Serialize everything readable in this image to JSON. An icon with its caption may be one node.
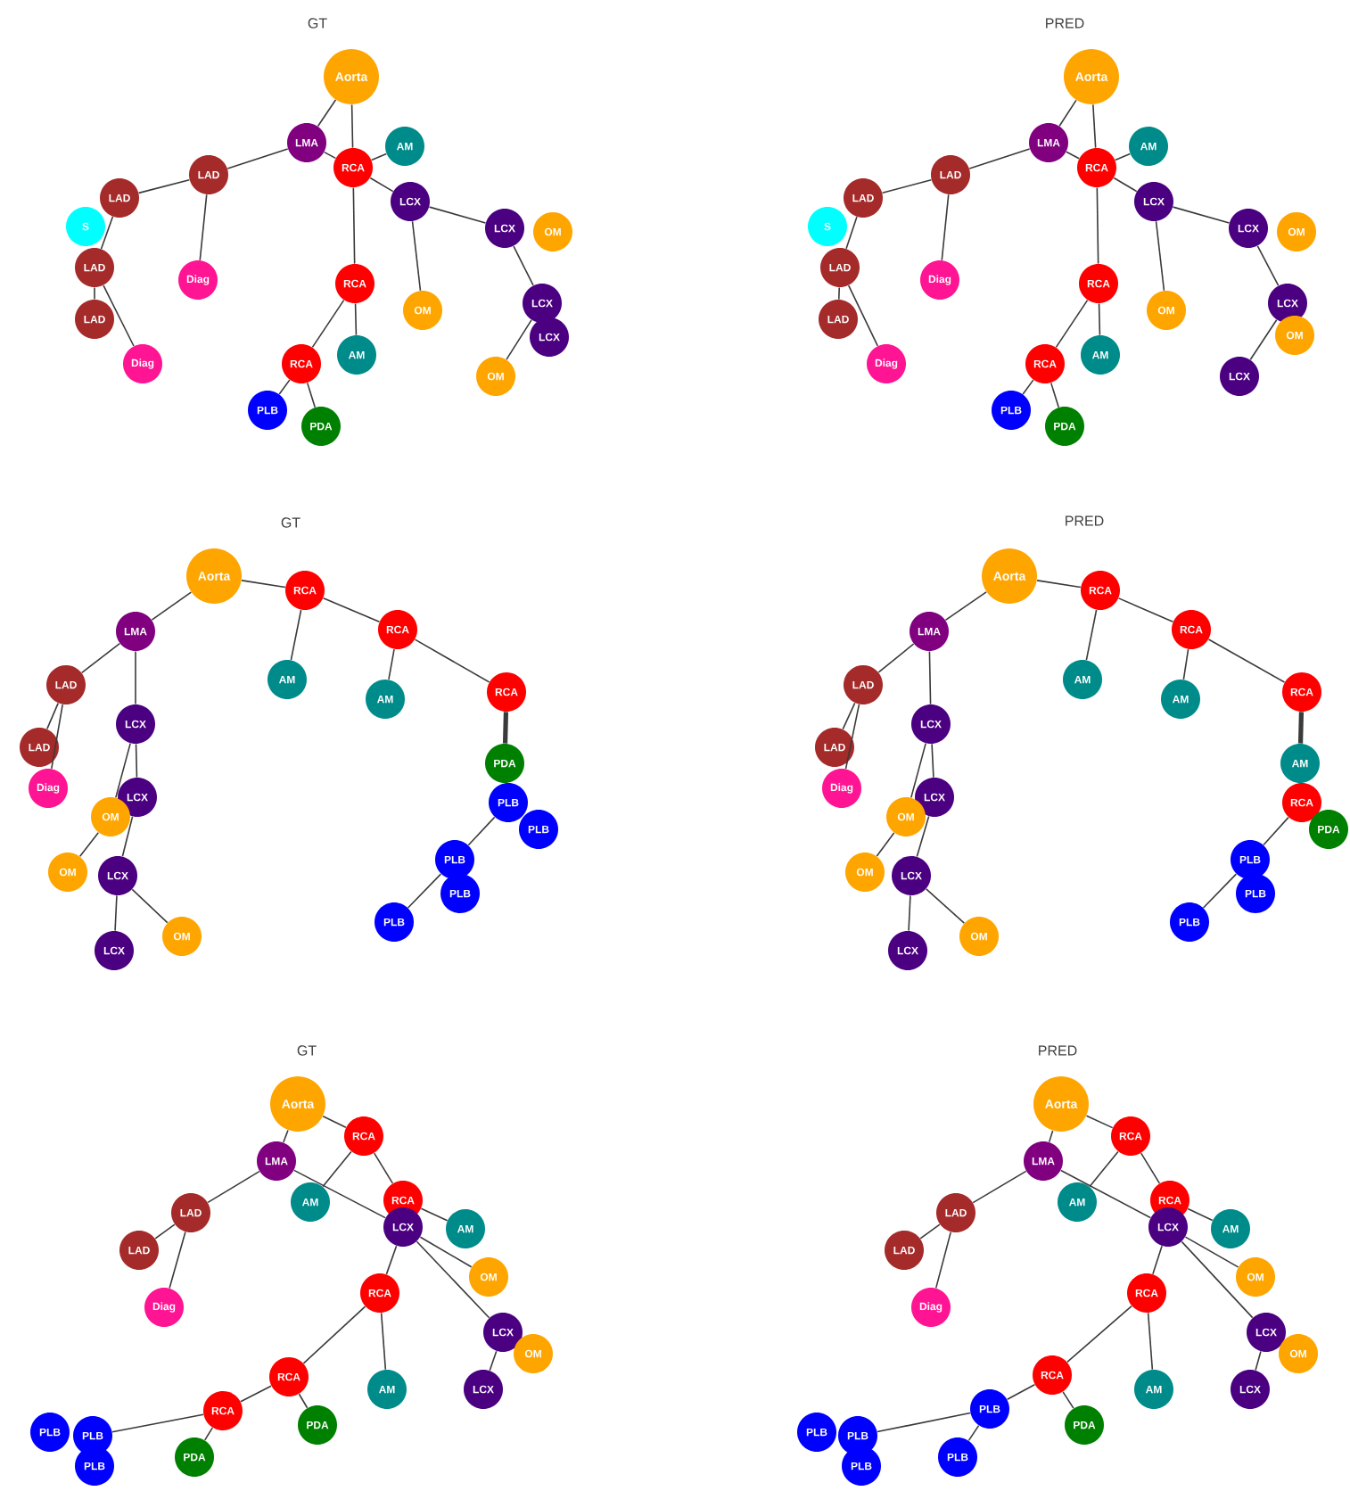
{
  "diagram": {
    "nodes": [
      {
        "text": [
          "Aorta"
        ]
      },
      {
        "text": [
          "LMA"
        ]
      },
      {
        "text": [
          "RCA"
        ]
      },
      {
        "text": [
          "AM"
        ]
      },
      {
        "text": [
          "LAD"
        ]
      },
      {
        "text": [
          "LAD"
        ]
      },
      {
        "text": [
          "S"
        ]
      },
      {
        "text": [
          "LAD"
        ]
      },
      {
        "text": [
          "LAD"
        ]
      },
      {
        "text": [
          "Diag"
        ]
      },
      {
        "text": [
          "Diag"
        ]
      },
      {
        "text": [
          "LCX"
        ]
      },
      {
        "text": [
          "LCX"
        ]
      },
      {
        "text": [
          "OM"
        ]
      },
      {
        "text": [
          "OM"
        ]
      },
      {
        "text": [
          "LCX"
        ]
      },
      {
        "text": [
          "LCX"
        ]
      },
      {
        "text": [
          "OM"
        ]
      },
      {
        "text": [
          "RCA"
        ]
      },
      {
        "text": [
          "AM"
        ]
      },
      {
        "text": [
          "RCA"
        ]
      },
      {
        "text": [
          "PLB"
        ]
      },
      {
        "text": [
          "PDA"
        ]
      },
      {
        "text": [
          "Aorta"
        ]
      },
      {
        "text": [
          "LMA"
        ]
      },
      {
        "text": [
          "RCA"
        ]
      },
      {
        "text": [
          "AM"
        ]
      },
      {
        "text": [
          "LAD"
        ]
      },
      {
        "text": [
          "LAD"
        ]
      },
      {
        "text": [
          "S"
        ]
      },
      {
        "text": [
          "LAD"
        ]
      },
      {
        "text": [
          "LAD"
        ]
      },
      {
        "text": [
          "Diag"
        ]
      },
      {
        "text": [
          "Diag"
        ]
      },
      {
        "text": [
          "LCX"
        ]
      },
      {
        "text": [
          "LCX"
        ]
      },
      {
        "text": [
          "OM"
        ]
      },
      {
        "text": [
          "OM"
        ]
      },
      {
        "text": [
          "LCX"
        ]
      },
      {
        "text": [
          "OM"
        ]
      },
      {
        "text": [
          "LCX"
        ]
      },
      {
        "text": [
          "RCA"
        ]
      },
      {
        "text": [
          "AM"
        ]
      },
      {
        "text": [
          "RCA"
        ]
      },
      {
        "text": [
          "PLB"
        ]
      },
      {
        "text": [
          "PDA"
        ]
      },
      {
        "text": [
          "Aorta"
        ]
      },
      {
        "text": [
          "RCA"
        ]
      },
      {
        "text": [
          "LMA"
        ]
      },
      {
        "text": [
          "RCA"
        ]
      },
      {
        "text": [
          "AM"
        ]
      },
      {
        "text": [
          "AM"
        ]
      },
      {
        "text": [
          "LAD"
        ]
      },
      {
        "text": [
          "RCA"
        ]
      },
      {
        "text": [
          "LCX"
        ]
      },
      {
        "text": [
          "LAD"
        ]
      },
      {
        "text": [
          "PDA"
        ]
      },
      {
        "text": [
          "Diag"
        ]
      },
      {
        "text": [
          "LCX"
        ]
      },
      {
        "text": [
          "OM"
        ]
      },
      {
        "text": [
          "PLB"
        ]
      },
      {
        "text": [
          "PLB"
        ]
      },
      {
        "text": [
          "LCX"
        ]
      },
      {
        "text": [
          "OM"
        ]
      },
      {
        "text": [
          "PLB"
        ]
      },
      {
        "text": [
          "PLB"
        ]
      },
      {
        "text": [
          "PLB"
        ]
      },
      {
        "text": [
          "OM"
        ]
      },
      {
        "text": [
          "LCX"
        ]
      },
      {
        "text": [
          "Aorta"
        ]
      },
      {
        "text": [
          "RCA"
        ]
      },
      {
        "text": [
          "LMA"
        ]
      },
      {
        "text": [
          "RCA"
        ]
      },
      {
        "text": [
          "AM"
        ]
      },
      {
        "text": [
          "AM"
        ]
      },
      {
        "text": [
          "LAD"
        ]
      },
      {
        "text": [
          "RCA"
        ]
      },
      {
        "text": [
          "LCX"
        ]
      },
      {
        "text": [
          "LAD"
        ]
      },
      {
        "text": [
          "AM"
        ]
      },
      {
        "text": [
          "Diag"
        ]
      },
      {
        "text": [
          "LCX"
        ]
      },
      {
        "text": [
          "OM"
        ]
      },
      {
        "text": [
          "RCA"
        ]
      },
      {
        "text": [
          "PDA"
        ]
      },
      {
        "text": [
          "LCX"
        ]
      },
      {
        "text": [
          "OM"
        ]
      },
      {
        "text": [
          "PLB"
        ]
      },
      {
        "text": [
          "PLB"
        ]
      },
      {
        "text": [
          "PLB"
        ]
      },
      {
        "text": [
          "OM"
        ]
      },
      {
        "text": [
          "LCX"
        ]
      },
      {
        "text": [
          "Aorta"
        ]
      },
      {
        "text": [
          "RCA"
        ]
      },
      {
        "text": [
          "LMA"
        ]
      },
      {
        "text": [
          "RCA"
        ]
      },
      {
        "text": [
          "AM"
        ]
      },
      {
        "text": [
          "LAD"
        ]
      },
      {
        "text": [
          "LCX"
        ]
      },
      {
        "text": [
          "AM"
        ]
      },
      {
        "text": [
          "LAD"
        ]
      },
      {
        "text": [
          "OM"
        ]
      },
      {
        "text": [
          "RCA"
        ]
      },
      {
        "text": [
          "Diag"
        ]
      },
      {
        "text": [
          "LCX"
        ]
      },
      {
        "text": [
          "OM"
        ]
      },
      {
        "text": [
          "RCA"
        ]
      },
      {
        "text": [
          "AM"
        ]
      },
      {
        "text": [
          "LCX"
        ]
      },
      {
        "text": [
          "RCA"
        ]
      },
      {
        "text": [
          "PDA"
        ]
      },
      {
        "text": [
          "PLB"
        ]
      },
      {
        "text": [
          "PLB"
        ]
      },
      {
        "text": [
          "PDA"
        ]
      },
      {
        "text": [
          "PLB"
        ]
      },
      {
        "text": [
          "Aorta"
        ]
      },
      {
        "text": [
          "RCA"
        ]
      },
      {
        "text": [
          "LMA"
        ]
      },
      {
        "text": [
          "RCA"
        ]
      },
      {
        "text": [
          "AM"
        ]
      },
      {
        "text": [
          "LAD"
        ]
      },
      {
        "text": [
          "LCX"
        ]
      },
      {
        "text": [
          "AM"
        ]
      },
      {
        "text": [
          "LAD"
        ]
      },
      {
        "text": [
          "OM"
        ]
      },
      {
        "text": [
          "RCA"
        ]
      },
      {
        "text": [
          "Diag"
        ]
      },
      {
        "text": [
          "LCX"
        ]
      },
      {
        "text": [
          "OM"
        ]
      },
      {
        "text": [
          "RCA"
        ]
      },
      {
        "text": [
          "AM"
        ]
      },
      {
        "text": [
          "LCX"
        ]
      },
      {
        "text": [
          "PLB"
        ]
      },
      {
        "text": [
          "PDA"
        ]
      },
      {
        "text": [
          "PLB"
        ]
      },
      {
        "text": [
          "PLB"
        ]
      },
      {
        "text": [
          "PLB"
        ]
      },
      {
        "text": [
          "PLB"
        ]
      }
    ],
    "edges": [
      {
        "from": 0,
        "to": 1,
        "arrow": "none"
      },
      {
        "from": 0,
        "to": 2,
        "arrow": "none"
      },
      {
        "from": 1,
        "to": 2,
        "arrow": "none"
      },
      {
        "from": 1,
        "to": 4,
        "arrow": "none"
      },
      {
        "from": 2,
        "to": 3,
        "arrow": "none"
      },
      {
        "from": 2,
        "to": 11,
        "arrow": "none"
      },
      {
        "from": 2,
        "to": 18,
        "arrow": "none"
      },
      {
        "from": 4,
        "to": 5,
        "arrow": "none"
      },
      {
        "from": 4,
        "to": 10,
        "arrow": "none"
      },
      {
        "from": 5,
        "to": 7,
        "arrow": "none"
      },
      {
        "from": 7,
        "to": 8,
        "arrow": "none"
      },
      {
        "from": 7,
        "to": 9,
        "arrow": "none"
      },
      {
        "from": 11,
        "to": 12,
        "arrow": "none"
      },
      {
        "from": 11,
        "to": 14,
        "arrow": "none"
      },
      {
        "from": 12,
        "to": 15,
        "arrow": "none"
      },
      {
        "from": 15,
        "to": 17,
        "arrow": "none"
      },
      {
        "from": 18,
        "to": 19,
        "arrow": "none"
      },
      {
        "from": 18,
        "to": 20,
        "arrow": "none"
      },
      {
        "from": 20,
        "to": 21,
        "arrow": "none"
      },
      {
        "from": 20,
        "to": 22,
        "arrow": "none"
      },
      {
        "from": 23,
        "to": 24,
        "arrow": "none"
      },
      {
        "from": 23,
        "to": 25,
        "arrow": "none"
      },
      {
        "from": 24,
        "to": 25,
        "arrow": "none"
      },
      {
        "from": 24,
        "to": 27,
        "arrow": "none"
      },
      {
        "from": 25,
        "to": 26,
        "arrow": "none"
      },
      {
        "from": 25,
        "to": 34,
        "arrow": "none"
      },
      {
        "from": 25,
        "to": 41,
        "arrow": "none"
      },
      {
        "from": 27,
        "to": 28,
        "arrow": "none"
      },
      {
        "from": 27,
        "to": 33,
        "arrow": "none"
      },
      {
        "from": 28,
        "to": 30,
        "arrow": "none"
      },
      {
        "from": 30,
        "to": 31,
        "arrow": "none"
      },
      {
        "from": 30,
        "to": 32,
        "arrow": "none"
      },
      {
        "from": 34,
        "to": 35,
        "arrow": "none"
      },
      {
        "from": 34,
        "to": 37,
        "arrow": "none"
      },
      {
        "from": 35,
        "to": 38,
        "arrow": "none"
      },
      {
        "from": 38,
        "to": 40,
        "arrow": "none"
      },
      {
        "from": 41,
        "to": 42,
        "arrow": "none"
      },
      {
        "from": 41,
        "to": 43,
        "arrow": "none"
      },
      {
        "from": 43,
        "to": 44,
        "arrow": "none"
      },
      {
        "from": 43,
        "to": 45,
        "arrow": "none"
      },
      {
        "from": 46,
        "to": 47,
        "arrow": "none"
      },
      {
        "from": 46,
        "to": 48,
        "arrow": "none"
      },
      {
        "from": 47,
        "to": 50,
        "arrow": "none"
      },
      {
        "from": 47,
        "to": 49,
        "arrow": "none"
      },
      {
        "from": 49,
        "to": 51,
        "arrow": "none"
      },
      {
        "from": 49,
        "to": 53,
        "arrow": "none"
      },
      {
        "from": 53,
        "to": 56,
        "arrow": "none",
        "style": "thick"
      },
      {
        "from": 48,
        "to": 52,
        "arrow": "none"
      },
      {
        "from": 48,
        "to": 54,
        "arrow": "none"
      },
      {
        "from": 52,
        "to": 55,
        "arrow": "none"
      },
      {
        "from": 52,
        "to": 57,
        "arrow": "none"
      },
      {
        "from": 54,
        "to": 58,
        "arrow": "none"
      },
      {
        "from": 54,
        "to": 59,
        "arrow": "none"
      },
      {
        "from": 58,
        "to": 62,
        "arrow": "none"
      },
      {
        "from": 59,
        "to": 63,
        "arrow": "none"
      },
      {
        "from": 62,
        "to": 68,
        "arrow": "none"
      },
      {
        "from": 62,
        "to": 67,
        "arrow": "none"
      },
      {
        "from": 60,
        "to": 64,
        "arrow": "none"
      },
      {
        "from": 64,
        "to": 66,
        "arrow": "none"
      },
      {
        "from": 69,
        "to": 70,
        "arrow": "none"
      },
      {
        "from": 69,
        "to": 71,
        "arrow": "none"
      },
      {
        "from": 70,
        "to": 73,
        "arrow": "none"
      },
      {
        "from": 70,
        "to": 72,
        "arrow": "none"
      },
      {
        "from": 72,
        "to": 74,
        "arrow": "none"
      },
      {
        "from": 72,
        "to": 76,
        "arrow": "none"
      },
      {
        "from": 76,
        "to": 79,
        "arrow": "none",
        "style": "thick"
      },
      {
        "from": 71,
        "to": 75,
        "arrow": "none"
      },
      {
        "from": 71,
        "to": 77,
        "arrow": "none"
      },
      {
        "from": 75,
        "to": 78,
        "arrow": "none"
      },
      {
        "from": 75,
        "to": 80,
        "arrow": "none"
      },
      {
        "from": 77,
        "to": 81,
        "arrow": "none"
      },
      {
        "from": 77,
        "to": 82,
        "arrow": "none"
      },
      {
        "from": 81,
        "to": 85,
        "arrow": "none"
      },
      {
        "from": 82,
        "to": 86,
        "arrow": "none"
      },
      {
        "from": 85,
        "to": 91,
        "arrow": "none"
      },
      {
        "from": 85,
        "to": 90,
        "arrow": "none"
      },
      {
        "from": 83,
        "to": 87,
        "arrow": "none"
      },
      {
        "from": 87,
        "to": 89,
        "arrow": "none"
      },
      {
        "from": 92,
        "to": 93,
        "arrow": "none"
      },
      {
        "from": 92,
        "to": 94,
        "arrow": "none"
      },
      {
        "from": 93,
        "to": 96,
        "arrow": "none"
      },
      {
        "from": 93,
        "to": 95,
        "arrow": "none"
      },
      {
        "from": 94,
        "to": 97,
        "arrow": "none"
      },
      {
        "from": 94,
        "to": 98,
        "arrow": "none"
      },
      {
        "from": 95,
        "to": 99,
        "arrow": "none"
      },
      {
        "from": 98,
        "to": 101,
        "arrow": "none"
      },
      {
        "from": 98,
        "to": 104,
        "arrow": "none"
      },
      {
        "from": 98,
        "to": 102,
        "arrow": "none"
      },
      {
        "from": 97,
        "to": 100,
        "arrow": "none"
      },
      {
        "from": 97,
        "to": 103,
        "arrow": "none"
      },
      {
        "from": 104,
        "to": 108,
        "arrow": "none"
      },
      {
        "from": 102,
        "to": 106,
        "arrow": "none"
      },
      {
        "from": 102,
        "to": 107,
        "arrow": "none"
      },
      {
        "from": 106,
        "to": 110,
        "arrow": "none"
      },
      {
        "from": 106,
        "to": 109,
        "arrow": "none"
      },
      {
        "from": 109,
        "to": 112,
        "arrow": "none"
      },
      {
        "from": 109,
        "to": 113,
        "arrow": "none"
      },
      {
        "from": 115,
        "to": 116,
        "arrow": "none"
      },
      {
        "from": 115,
        "to": 117,
        "arrow": "none"
      },
      {
        "from": 116,
        "to": 119,
        "arrow": "none"
      },
      {
        "from": 116,
        "to": 118,
        "arrow": "none"
      },
      {
        "from": 117,
        "to": 120,
        "arrow": "none"
      },
      {
        "from": 117,
        "to": 121,
        "arrow": "none"
      },
      {
        "from": 118,
        "to": 122,
        "arrow": "none"
      },
      {
        "from": 121,
        "to": 124,
        "arrow": "none"
      },
      {
        "from": 121,
        "to": 127,
        "arrow": "none"
      },
      {
        "from": 121,
        "to": 125,
        "arrow": "none"
      },
      {
        "from": 120,
        "to": 123,
        "arrow": "none"
      },
      {
        "from": 120,
        "to": 126,
        "arrow": "none"
      },
      {
        "from": 127,
        "to": 131,
        "arrow": "none"
      },
      {
        "from": 125,
        "to": 129,
        "arrow": "none"
      },
      {
        "from": 125,
        "to": 130,
        "arrow": "none"
      },
      {
        "from": 129,
        "to": 132,
        "arrow": "none"
      },
      {
        "from": 129,
        "to": 133,
        "arrow": "none"
      },
      {
        "from": 132,
        "to": 135,
        "arrow": "none"
      },
      {
        "from": 132,
        "to": 136,
        "arrow": "none"
      }
    ],
    "labels": [
      "GT",
      "PRED",
      "GT",
      "PRED",
      "GT",
      "PRED"
    ]
  }
}
